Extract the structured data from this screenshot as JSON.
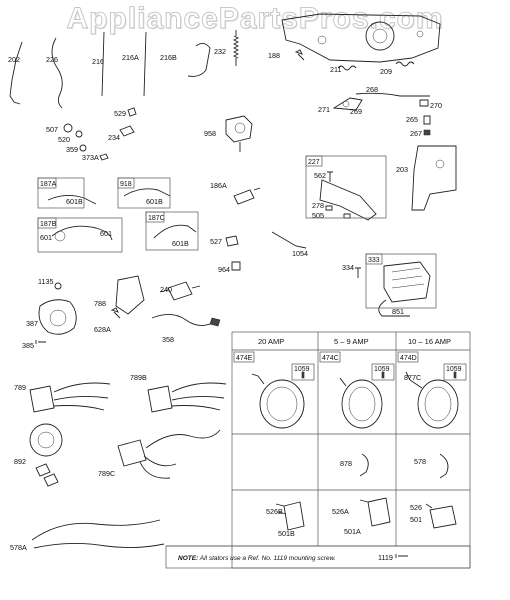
{
  "watermark": "AppliancePartsPros.com",
  "parts": [
    {
      "id": "p202",
      "label": "202"
    },
    {
      "id": "p226",
      "label": "226"
    },
    {
      "id": "p216",
      "label": "216"
    },
    {
      "id": "p216A",
      "label": "216A"
    },
    {
      "id": "p216B",
      "label": "216B"
    },
    {
      "id": "p232",
      "label": "232"
    },
    {
      "id": "p188",
      "label": "188"
    },
    {
      "id": "p211",
      "label": "211"
    },
    {
      "id": "p209",
      "label": "209"
    },
    {
      "id": "p268",
      "label": "268"
    },
    {
      "id": "p271",
      "label": "271"
    },
    {
      "id": "p269",
      "label": "269"
    },
    {
      "id": "p270",
      "label": "270"
    },
    {
      "id": "p265",
      "label": "265"
    },
    {
      "id": "p267",
      "label": "267"
    },
    {
      "id": "p529",
      "label": "529"
    },
    {
      "id": "p507",
      "label": "507"
    },
    {
      "id": "p520",
      "label": "520"
    },
    {
      "id": "p234",
      "label": "234"
    },
    {
      "id": "p359",
      "label": "359"
    },
    {
      "id": "p373A",
      "label": "373A"
    },
    {
      "id": "p958",
      "label": "958"
    },
    {
      "id": "p562",
      "label": "562"
    },
    {
      "id": "p203",
      "label": "203"
    },
    {
      "id": "p278",
      "label": "278"
    },
    {
      "id": "p505",
      "label": "505"
    },
    {
      "id": "p186A",
      "label": "186A"
    },
    {
      "id": "p601B_1",
      "label": "601B"
    },
    {
      "id": "p601B_2",
      "label": "601B"
    },
    {
      "id": "p601",
      "label": "601"
    },
    {
      "id": "p601b",
      "label": "601"
    },
    {
      "id": "p601B_3",
      "label": "601B"
    },
    {
      "id": "p527",
      "label": "527"
    },
    {
      "id": "p1054",
      "label": "1054"
    },
    {
      "id": "p964",
      "label": "964"
    },
    {
      "id": "p334",
      "label": "334"
    },
    {
      "id": "p851",
      "label": "851"
    },
    {
      "id": "p1135",
      "label": "1135"
    },
    {
      "id": "p240",
      "label": "240"
    },
    {
      "id": "p788",
      "label": "788"
    },
    {
      "id": "p387",
      "label": "387"
    },
    {
      "id": "p628A",
      "label": "628A"
    },
    {
      "id": "p358",
      "label": "358"
    },
    {
      "id": "p385",
      "label": "385"
    },
    {
      "id": "p789",
      "label": "789"
    },
    {
      "id": "p789B",
      "label": "789B"
    },
    {
      "id": "p892",
      "label": "892"
    },
    {
      "id": "p789C",
      "label": "789C"
    },
    {
      "id": "p578A",
      "label": "578A"
    }
  ],
  "boxes": [
    {
      "id": "b187A",
      "label": "187A"
    },
    {
      "id": "b918",
      "label": "918"
    },
    {
      "id": "b187B",
      "label": "187B"
    },
    {
      "id": "b187C",
      "label": "187C"
    },
    {
      "id": "b227",
      "label": "227"
    },
    {
      "id": "b333",
      "label": "333"
    }
  ],
  "table": {
    "columns": [
      "20 AMP",
      "5 – 9 AMP",
      "10 – 16 AMP"
    ],
    "row1": [
      {
        "tag": "474E",
        "hw": "1059",
        "part": ""
      },
      {
        "tag": "474C",
        "hw": "1059",
        "part": ""
      },
      {
        "tag": "474D",
        "hw": "1059",
        "part": "877C"
      }
    ],
    "row2": [
      {
        "part": ""
      },
      {
        "part": "878"
      },
      {
        "part": "578"
      }
    ],
    "row3": [
      {
        "a": "526B",
        "b": "501B"
      },
      {
        "a": "526A",
        "b": "501A"
      },
      {
        "a": "526",
        "b": "501"
      }
    ],
    "note_prefix": "NOTE:",
    "note_text": " All stators use a Ref. No. 1119 mounting screw.",
    "note_part": "1119"
  }
}
